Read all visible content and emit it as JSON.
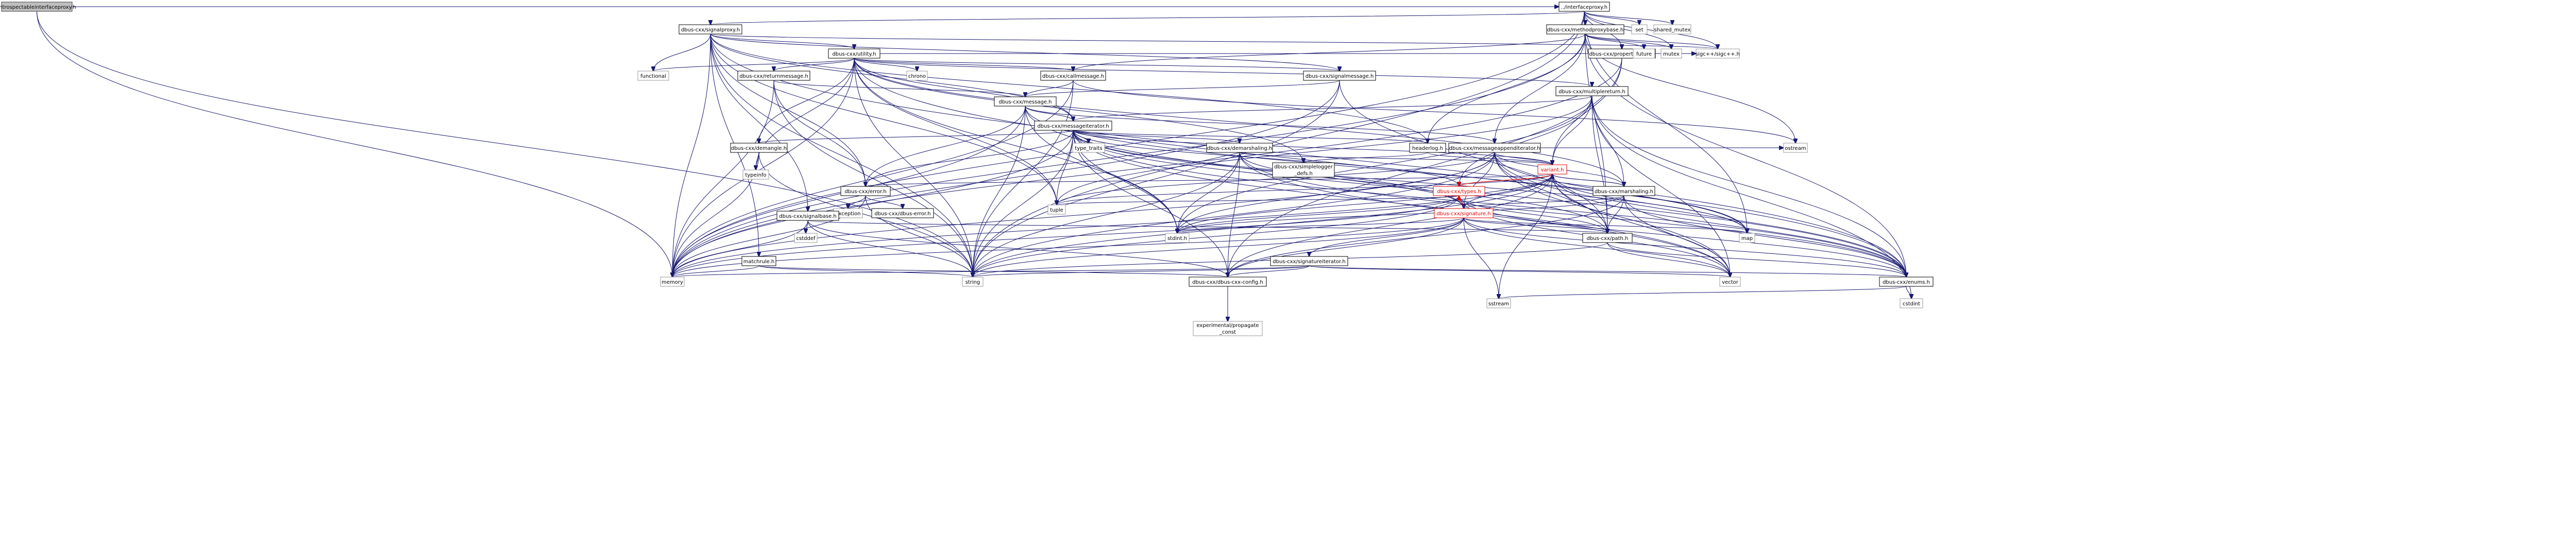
{
  "graph": {
    "colors": {
      "edge": "#191970",
      "cycle_edge": "#e00000",
      "root_fill": "#bfbfbf",
      "leaf_border": "#999999"
    },
    "nodes": {
      "root": {
        "label": "introspectableinterfaceproxy.h",
        "kind": "root"
      },
      "interfaceproxy": {
        "label": "../interfaceproxy.h",
        "kind": "link"
      },
      "signalproxy": {
        "label": "dbus-cxx/signalproxy.h",
        "kind": "link"
      },
      "methodproxybase": {
        "label": "dbus-cxx/methodproxybase.h",
        "kind": "link"
      },
      "set": {
        "label": "set",
        "kind": "std"
      },
      "shared_mutex": {
        "label": "shared_mutex",
        "kind": "std"
      },
      "utility": {
        "label": "dbus-cxx/utility.h",
        "kind": "link"
      },
      "propertyproxy": {
        "label": "dbus-cxx/propertyproxy.h",
        "kind": "link"
      },
      "future": {
        "label": "future",
        "kind": "std"
      },
      "mutex": {
        "label": "mutex",
        "kind": "std"
      },
      "sigc": {
        "label": "sigc++/sigc++.h",
        "kind": "std"
      },
      "functional": {
        "label": "functional",
        "kind": "std"
      },
      "chrono": {
        "label": "chrono",
        "kind": "std"
      },
      "returnmessage": {
        "label": "dbus-cxx/returnmessage.h",
        "kind": "link"
      },
      "callmessage": {
        "label": "dbus-cxx/callmessage.h",
        "kind": "link"
      },
      "signalmessage": {
        "label": "dbus-cxx/signalmessage.h",
        "kind": "link"
      },
      "multipletreturn": {
        "label": "dbus-cxx/multiplereturn.h",
        "kind": "link"
      },
      "message": {
        "label": "dbus-cxx/message.h",
        "kind": "link"
      },
      "messageiterator": {
        "label": "dbus-cxx/messageiterator.h",
        "kind": "link"
      },
      "demangle": {
        "label": "dbus-cxx/demangle.h",
        "kind": "link"
      },
      "type_traits": {
        "label": "type_traits",
        "kind": "std"
      },
      "demarshaling": {
        "label": "dbus-cxx/demarshaling.h",
        "kind": "link"
      },
      "headerlog": {
        "label": "headerlog.h",
        "kind": "link"
      },
      "messageappenditerator": {
        "label": "dbus-cxx/messageappenditerator.h",
        "kind": "link"
      },
      "ostream": {
        "label": "ostream",
        "kind": "std"
      },
      "simplelogger1": {
        "label": "dbus-cxx/simplelogger",
        "kind": "link"
      },
      "simplelogger2": {
        "label": "_defs.h",
        "kind": "link"
      },
      "typeinfo": {
        "label": "typeinfo",
        "kind": "std"
      },
      "variant": {
        "label": "variant.h",
        "kind": "red"
      },
      "error": {
        "label": "dbus-cxx/error.h",
        "kind": "link"
      },
      "types": {
        "label": "dbus-cxx/types.h",
        "kind": "red"
      },
      "marshaling": {
        "label": "dbus-cxx/marshaling.h",
        "kind": "link"
      },
      "tuple": {
        "label": "tuple",
        "kind": "std"
      },
      "exception": {
        "label": "exception",
        "kind": "std"
      },
      "dbuserror": {
        "label": "dbus-cxx/dbus-error.h",
        "kind": "link"
      },
      "signature": {
        "label": "dbus-cxx/signature.h",
        "kind": "red"
      },
      "signalbase": {
        "label": "dbus-cxx/signalbase.h",
        "kind": "link"
      },
      "cstddef": {
        "label": "cstddef",
        "kind": "std"
      },
      "stdint": {
        "label": "stdint.h",
        "kind": "std"
      },
      "map": {
        "label": "map",
        "kind": "std"
      },
      "path": {
        "label": "dbus-cxx/path.h",
        "kind": "link"
      },
      "matchrule": {
        "label": "matchrule.h",
        "kind": "link"
      },
      "signatureiterator": {
        "label": "dbus-cxx/signatureiterator.h",
        "kind": "link"
      },
      "memory": {
        "label": "memory",
        "kind": "std"
      },
      "string": {
        "label": "string",
        "kind": "std"
      },
      "dbuscxxconfig": {
        "label": "dbus-cxx/dbus-cxx-config.h",
        "kind": "link"
      },
      "vector": {
        "label": "vector",
        "kind": "std"
      },
      "enums": {
        "label": "dbus-cxx/enums.h",
        "kind": "link"
      },
      "sstream": {
        "label": "sstream",
        "kind": "std"
      },
      "cstdint": {
        "label": "cstdint",
        "kind": "std"
      },
      "propagate1": {
        "label": "experimental/propagate",
        "kind": "std"
      },
      "propagate2": {
        "label": "_const",
        "kind": "std"
      }
    }
  }
}
